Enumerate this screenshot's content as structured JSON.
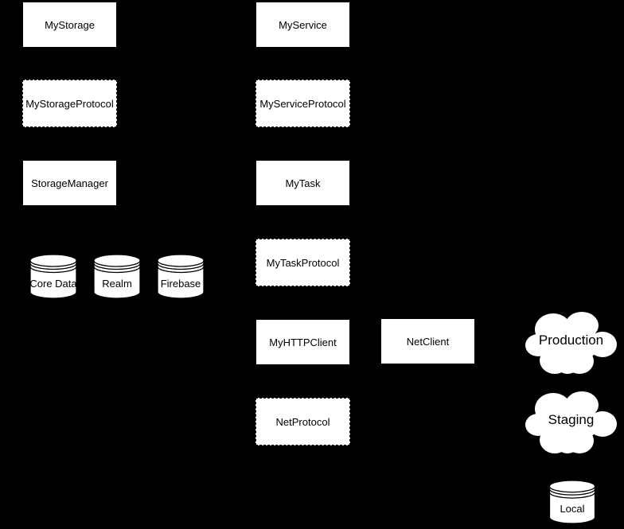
{
  "colors": {
    "background": "#000000",
    "shape_fill": "#ffffff",
    "shape_stroke": "#000000",
    "text": "#000000"
  },
  "nodes": {
    "my_storage": {
      "label": "MyStorage",
      "shape": "rect-solid"
    },
    "my_storage_protocol": {
      "label": "MyStorageProtocol",
      "shape": "rect-dashed"
    },
    "storage_manager": {
      "label": "StorageManager",
      "shape": "rect-solid"
    },
    "core_data": {
      "label": "Core Data",
      "shape": "database"
    },
    "realm": {
      "label": "Realm",
      "shape": "database"
    },
    "firebase": {
      "label": "Firebase",
      "shape": "database"
    },
    "my_service": {
      "label": "MyService",
      "shape": "rect-solid"
    },
    "my_service_protocol": {
      "label": "MyServiceProtocol",
      "shape": "rect-dashed"
    },
    "my_task": {
      "label": "MyTask",
      "shape": "rect-solid"
    },
    "my_task_protocol": {
      "label": "MyTaskProtocol",
      "shape": "rect-dashed"
    },
    "my_http_client": {
      "label": "MyHTTPClient",
      "shape": "rect-solid"
    },
    "net_protocol": {
      "label": "NetProtocol",
      "shape": "rect-dashed"
    },
    "net_client": {
      "label": "NetClient",
      "shape": "rect-solid"
    },
    "production": {
      "label": "Production",
      "shape": "cloud"
    },
    "staging": {
      "label": "Staging",
      "shape": "cloud"
    },
    "local": {
      "label": "Local",
      "shape": "database"
    }
  }
}
